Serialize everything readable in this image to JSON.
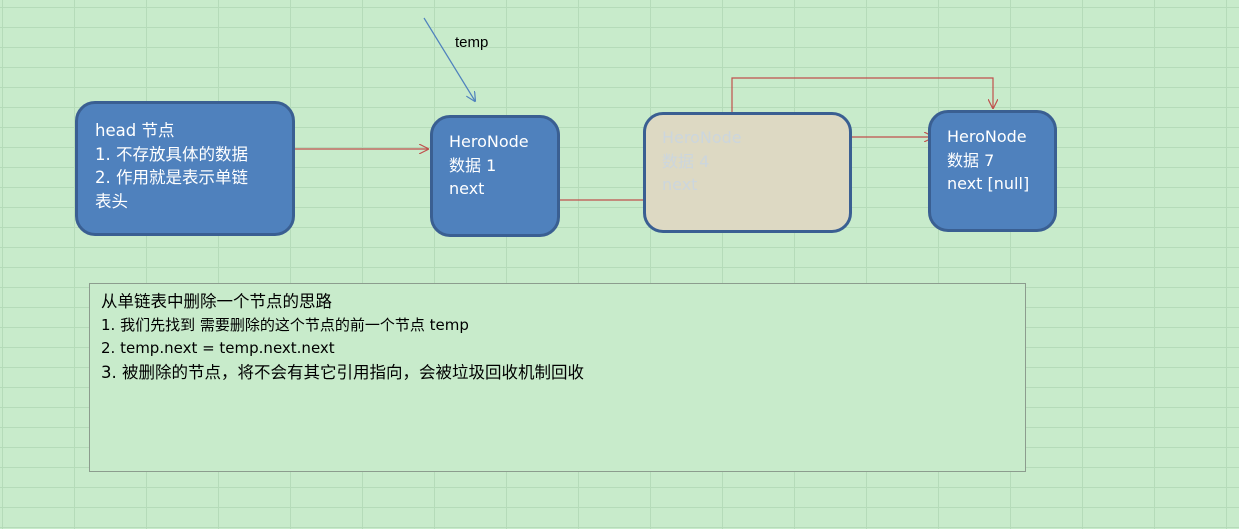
{
  "temp_pointer": {
    "label": "temp"
  },
  "nodes": {
    "head": {
      "lines": [
        "head 节点",
        "1. 不存放具体的数据",
        "2. 作用就是表示单链",
        "表头"
      ]
    },
    "node1": {
      "lines": [
        "HeroNode",
        "数据 1",
        "next"
      ]
    },
    "node4": {
      "lines": [
        "HeroNode",
        "数据 4",
        "next"
      ]
    },
    "node7": {
      "lines": [
        "HeroNode",
        "数据 7",
        "next [null]"
      ]
    }
  },
  "description": {
    "title": "从单链表中删除一个节点的思路",
    "steps": [
      "1.  我们先找到 需要删除的这个节点的前一个节点 temp",
      "2.  temp.next = temp.next.next",
      "3. 被删除的节点，将不会有其它引用指向，会被垃圾回收机制回收"
    ]
  },
  "colors": {
    "background": "#c8ebcb",
    "node_fill": "#4f81bd",
    "deleted_node_fill": "#ddd9c3",
    "link_arrow": "#c0504d",
    "temp_arrow": "#4f81bd"
  }
}
